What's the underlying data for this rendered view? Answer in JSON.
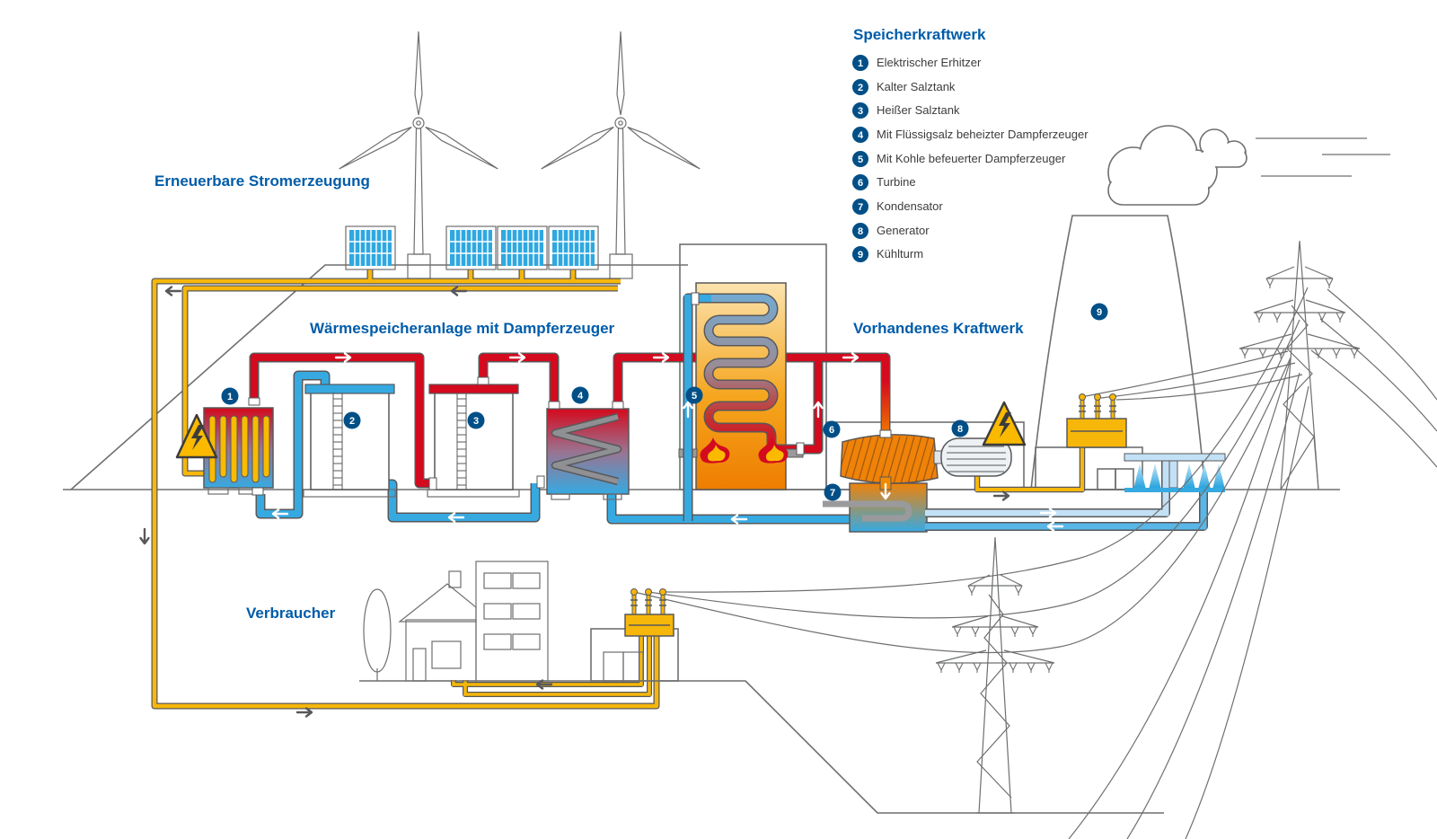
{
  "diagram_title": "Speicherkraftwerk",
  "labels": {
    "renewables": "Erneuerbare Stromerzeugung",
    "storage": "Wärmespeicheranlage mit Dampferzeuger",
    "existing_plant": "Vorhandenes Kraftwerk",
    "consumers": "Verbraucher"
  },
  "legend": {
    "title": "Speicherkraftwerk",
    "items": [
      {
        "num": "1",
        "label": "Elektrischer Erhitzer"
      },
      {
        "num": "2",
        "label": "Kalter Salztank"
      },
      {
        "num": "3",
        "label": "Heißer Salztank"
      },
      {
        "num": "4",
        "label": "Mit Flüssigsalz beheizter Dampferzeuger"
      },
      {
        "num": "5",
        "label": "Mit Kohle befeuerter Dampferzeuger"
      },
      {
        "num": "6",
        "label": "Turbine"
      },
      {
        "num": "7",
        "label": "Kondensator"
      },
      {
        "num": "8",
        "label": "Generator"
      },
      {
        "num": "9",
        "label": "Kühlturm"
      }
    ]
  },
  "colors": {
    "accent_blue": "#005CA9",
    "badge_blue": "#004F87",
    "hot_pipe_red": "#D40A1E",
    "cold_pipe_blue": "#36A9E1",
    "cooling_pale_blue": "#C3E1F6",
    "cooling_mid_blue": "#58B7E8",
    "electricity_yellow": "#F6B70A",
    "boiler_orange": "#EE7D00",
    "outline_gray": "#58585A",
    "text_gray": "#3C3C3B"
  },
  "icons": {
    "hazard": "high-voltage-triangle",
    "flame": "burner-flame",
    "steam": "cloud"
  }
}
